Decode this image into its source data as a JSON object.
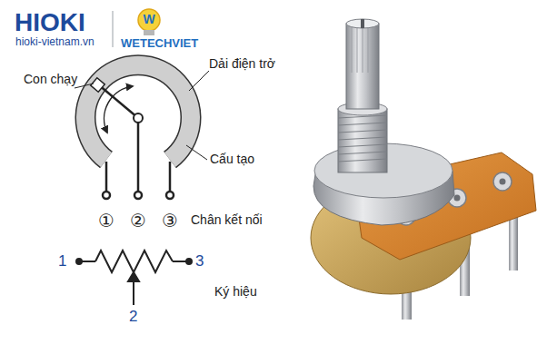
{
  "diagram": {
    "labels": [
      "HIOKI",
      "hioki-vietnam.vn",
      "W",
      "WETECHVIET",
      "Con chạy",
      "Dải điện trở",
      "Cấu tạo",
      "①",
      "②",
      "③",
      "Chân kết nối",
      "1",
      "3",
      "2",
      "Ký hiệu"
    ]
  }
}
